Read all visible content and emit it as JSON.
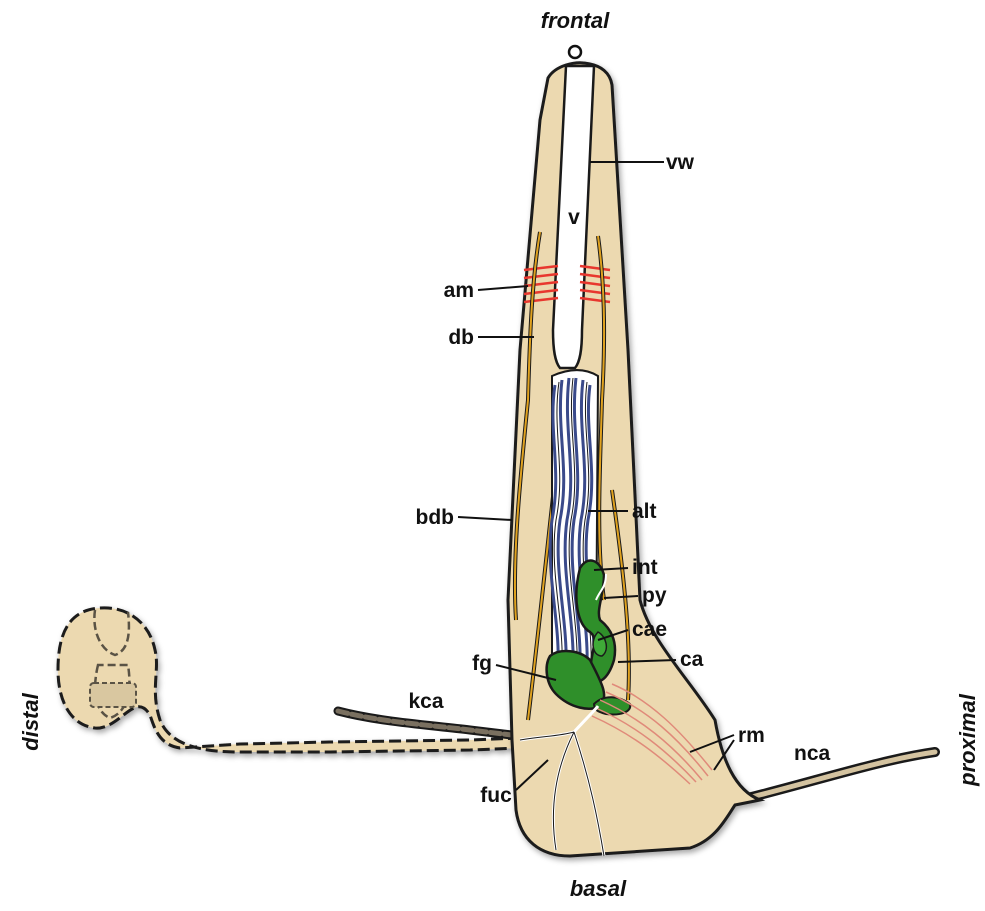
{
  "orientation": {
    "top": "frontal",
    "bottom": "basal",
    "left": "distal",
    "right": "proximal"
  },
  "labels": {
    "o": "o",
    "v": "v",
    "vw": "vw",
    "am": "am",
    "db": "db",
    "bdb": "bdb",
    "alt": "alt",
    "int": "int",
    "py": "py",
    "cae": "cae",
    "ca": "ca",
    "fg": "fg",
    "kca": "kca",
    "rm": "rm",
    "nca": "nca",
    "fuc": "fuc"
  },
  "colors": {
    "body": "#ecd9b0",
    "outline": "#1a1a1a",
    "vestibule": "#ffffff",
    "muscle_am": "#e8372e",
    "nerve": "#e0a21f",
    "tentacles": "#3a4a8a",
    "gut": "#2f8f2a",
    "retractor": "#e08a7a",
    "funicular": "#ffffff",
    "stolon_inner": "#5a5245"
  }
}
